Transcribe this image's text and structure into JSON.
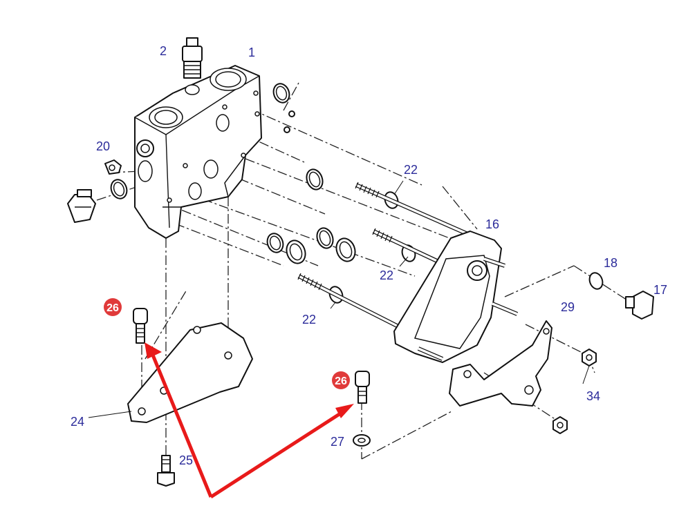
{
  "callouts": {
    "c1": "1",
    "c2": "2",
    "c16": "16",
    "c17": "17",
    "c18": "18",
    "c20": "20",
    "c22a": "22",
    "c22b": "22",
    "c22c": "22",
    "c24": "24",
    "c25": "25",
    "c27": "27",
    "c29": "29",
    "c34": "34"
  },
  "highlight": {
    "badge_left": "26",
    "badge_right": "26",
    "badge_color": "#e03a3a",
    "arrow_color": "#e81a1a"
  },
  "colors": {
    "callout_text": "#2b2b9a",
    "line": "#111111"
  }
}
